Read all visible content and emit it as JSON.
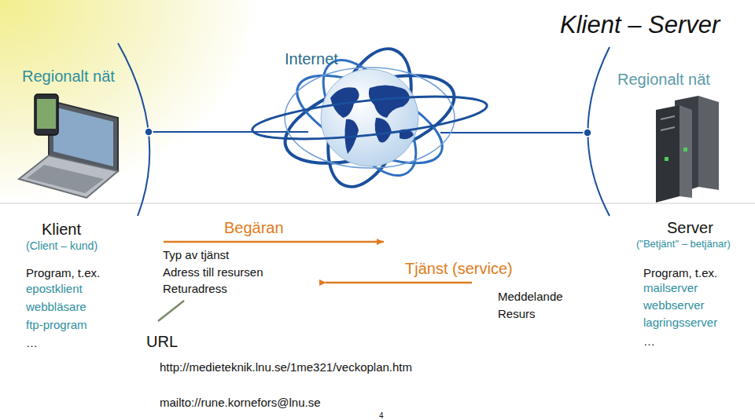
{
  "diagram": {
    "title": "Klient – Server",
    "labels": [
      "Regionalt nät",
      "Internet",
      "Regionalt nät",
      "Klient",
      "(Client – kund)",
      "Program, t.ex.",
      "epostklient",
      "webbläsare",
      "ftp-program",
      "…",
      "Begäran",
      "Typ av tjänst",
      "Adress till resursen",
      "Returadress",
      "URL",
      "Tjänst (service)",
      "Meddelande",
      "Resurs",
      "http://medieteknik.lnu.se/1me321/veckoplan.htm",
      "mailto://rune.kornefors@lnu.se",
      "Server",
      "(\"Betjänt\" – betjänar)",
      "Program, t.ex.",
      "mailserver",
      "webbserver",
      "lagringsserver",
      "…",
      "4"
    ]
  }
}
